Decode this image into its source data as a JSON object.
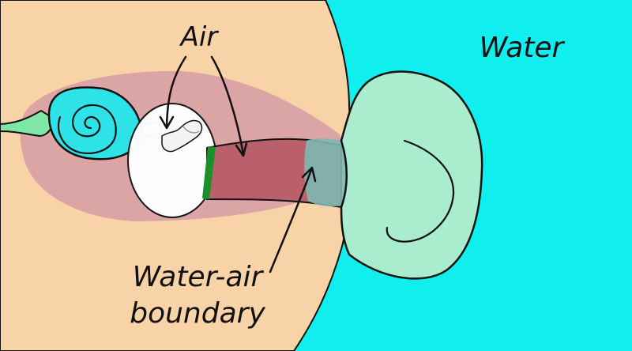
{
  "labels": {
    "water": "Water",
    "air": "Air",
    "boundary_line1": "Water-air",
    "boundary_line2": "boundary"
  },
  "colors": {
    "water": "#10eeee",
    "head_skin": "#f9d3a8",
    "inner_ear_area": "#d79ea4",
    "cochlea": "#2ee3e8",
    "nerve": "#80e6a6",
    "air_chamber": "#ffffff",
    "ear_canal": "#b9606a",
    "eardrum": "#1d8f2a",
    "water_in_canal": "#7fb8b2",
    "outer_ear": "#a9ecce",
    "outline": "#111111"
  }
}
